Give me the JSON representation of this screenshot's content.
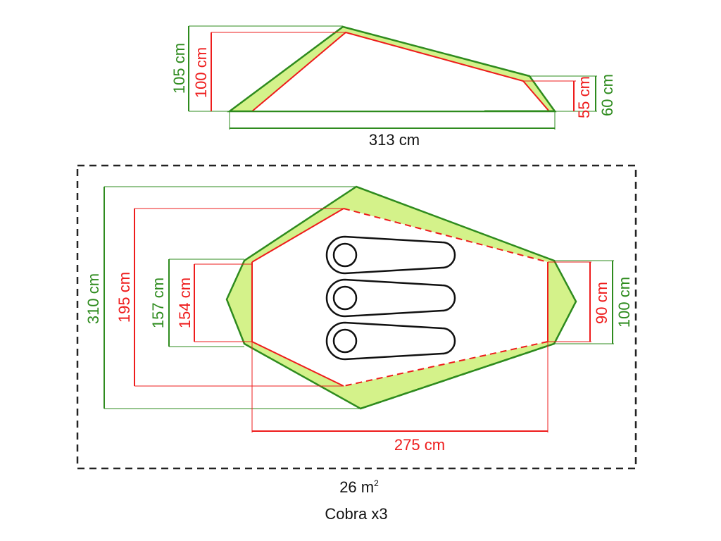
{
  "colors": {
    "outer": "#2e8b1e",
    "inner": "#ee1c1c",
    "fill": "#d4f28a",
    "frame": "#222222",
    "sleeping_bag": "#111111"
  },
  "side_view": {
    "outer_height": "105 cm",
    "inner_height": "100 cm",
    "outer_tail_height": "60 cm",
    "inner_tail_height": "55 cm",
    "length": "313 cm"
  },
  "top_view": {
    "outer_width": "310 cm",
    "inner_width": "195 cm",
    "outer_vestibule_width": "157 cm",
    "inner_vestibule_width": "154 cm",
    "inner_foot_width": "90 cm",
    "outer_foot_width": "100 cm",
    "inner_length": "275 cm"
  },
  "footprint": {
    "area_value": "26 m",
    "area_exponent": "2"
  },
  "model_name": "Cobra x3"
}
